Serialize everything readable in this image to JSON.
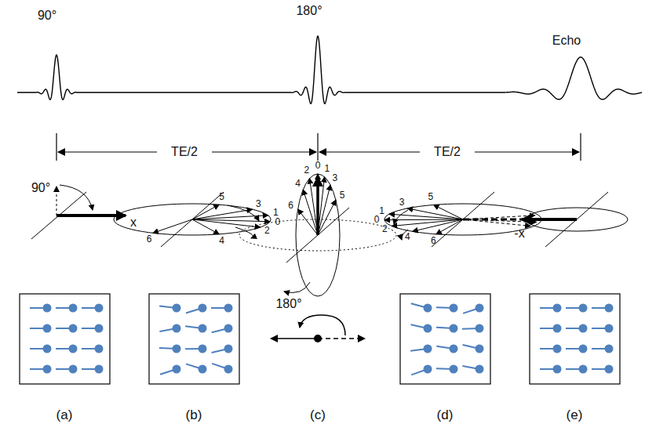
{
  "diagram": {
    "labels": [
      "90°",
      "180°",
      "Echo",
      "TE/2",
      "TE/2",
      "90°",
      "x",
      "5",
      "3",
      "1",
      "0",
      "2",
      "6",
      "4",
      "0",
      "1",
      "2",
      "3",
      "4",
      "5",
      "6",
      "180°",
      "1",
      "3",
      "5",
      "0",
      "2",
      "4",
      "6",
      "-x",
      "(a)",
      "(b)",
      "(c)",
      "(d)",
      "(e)"
    ]
  }
}
